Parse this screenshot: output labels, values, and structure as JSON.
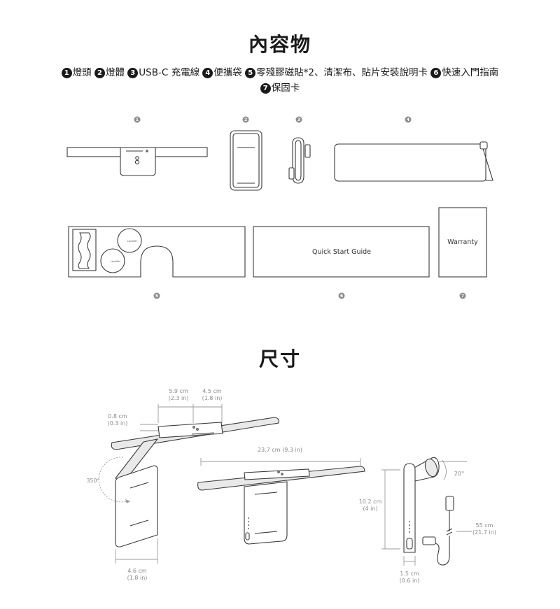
{
  "contents": {
    "title": "內容物",
    "items": [
      {
        "num": "1",
        "text": "燈頭"
      },
      {
        "num": "2",
        "text": "燈體"
      },
      {
        "num": "3",
        "text": "USB-C 充電線"
      },
      {
        "num": "4",
        "text": "便攜袋"
      },
      {
        "num": "5",
        "text": "零殘膠磁貼*2、清潔布、貼片安裝說明卡"
      },
      {
        "num": "6",
        "text": "快速入門指南"
      },
      {
        "num": "7",
        "text": "保固卡"
      }
    ],
    "markers": [
      "1",
      "2",
      "3",
      "4",
      "5",
      "6",
      "7"
    ],
    "quick_start_label": "Quick Start Guide",
    "warranty_label": "Warranty",
    "logo_text": "Lepfoffer"
  },
  "dimensions": {
    "title": "尺寸",
    "labels": {
      "d1_cm": "5.9 cm",
      "d1_in": "(2.3 in)",
      "d2_cm": "4.5 cm",
      "d2_in": "(1.8 in)",
      "d3_cm": "0.8 cm",
      "d3_in": "(0.3 in)",
      "d4_cm": "23.7 cm (9.3 in)",
      "rot": "350°",
      "d5_cm": "4.6 cm",
      "d5_in": "(1.8 in)",
      "d6_cm": "10.2 cm",
      "d6_in": "(4 in)",
      "tilt": "20°",
      "d7_cm": "55 cm",
      "d7_in": "(21.7 in)",
      "d8_cm": "1.5 cm",
      "d8_in": "(0.6 in)"
    }
  }
}
